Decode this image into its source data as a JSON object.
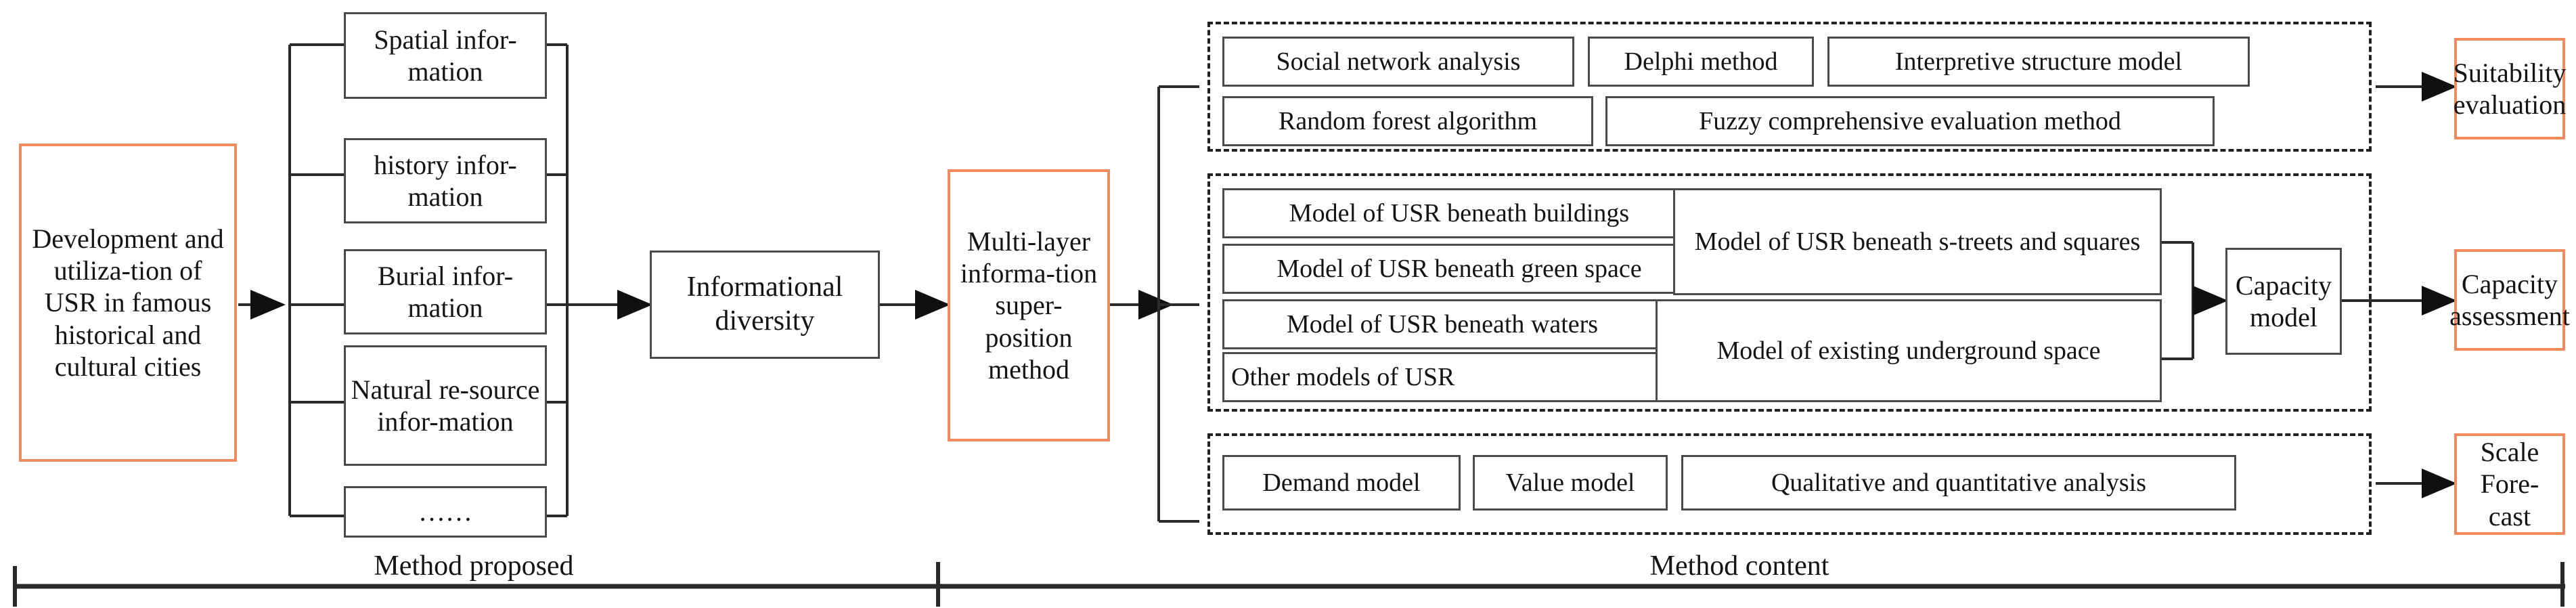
{
  "diagram": {
    "title_hidden": "",
    "colors": {
      "accent": "#ef8b5c",
      "box_border": "#4a4a4a",
      "dash_border": "#222222",
      "text": "#141414",
      "background": "#ffffff"
    },
    "start": {
      "label": "Development and utiliza-tion of USR in famous historical and cultural cities"
    },
    "information_sources": [
      {
        "label": "Spatial infor-mation"
      },
      {
        "label": "history infor-mation"
      },
      {
        "label": "Burial infor-mation"
      },
      {
        "label": "Natural re-source infor-mation"
      },
      {
        "label": "……"
      }
    ],
    "diversity": {
      "label": "Informational diversity"
    },
    "superposition": {
      "label": "Multi-layer informa-tion super-position method"
    },
    "groups": [
      {
        "name": "suitability-methods",
        "items": [
          {
            "label": "Social network analysis"
          },
          {
            "label": "Delphi method"
          },
          {
            "label": "Interpretive structure model"
          },
          {
            "label": "Random forest algorithm"
          },
          {
            "label": "Fuzzy comprehensive evaluation method"
          }
        ]
      },
      {
        "name": "capacity-models",
        "items": [
          {
            "label": "Model of USR beneath buildings"
          },
          {
            "label": "Model of USR beneath green space"
          },
          {
            "label": "Model of USR beneath waters"
          },
          {
            "label": "Other models of USR"
          },
          {
            "label": "Model of USR beneath s-treets and squares"
          },
          {
            "label": "Model of existing underground space"
          }
        ],
        "aggregate": {
          "label": "Capacity model"
        }
      },
      {
        "name": "scale-forecast-methods",
        "items": [
          {
            "label": "Demand model"
          },
          {
            "label": "Value model"
          },
          {
            "label": "Qualitative and quantitative analysis"
          }
        ]
      }
    ],
    "outcomes": [
      {
        "label": "Suitability evaluation"
      },
      {
        "label": "Capacity assessment"
      },
      {
        "label": "Scale Fore-cast"
      }
    ],
    "axis": {
      "sections": [
        {
          "label": "Method proposed"
        },
        {
          "label": "Method content"
        }
      ]
    }
  }
}
